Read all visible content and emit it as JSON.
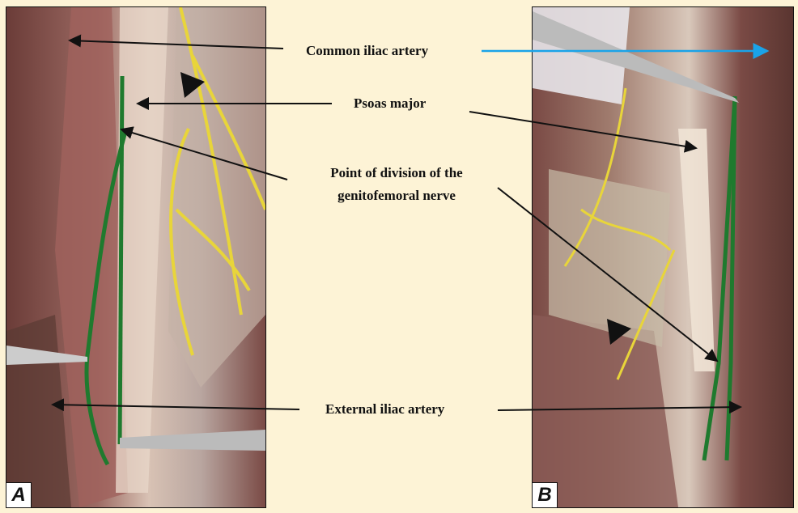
{
  "labels": {
    "common_iliac": "Common iliac artery",
    "psoas": "Psoas major",
    "division_line1": "Point of division of the",
    "division_line2": "genitofemoral nerve",
    "external_iliac": "External iliac artery"
  },
  "panels": {
    "a": "A",
    "b": "B"
  },
  "colors": {
    "background": "#fdf3d6",
    "blue_arrow": "#1aa3e8",
    "nerve_green": "#1f7a2e",
    "nerve_yellow": "#e8d53a",
    "tissue": "#8a5a55"
  }
}
